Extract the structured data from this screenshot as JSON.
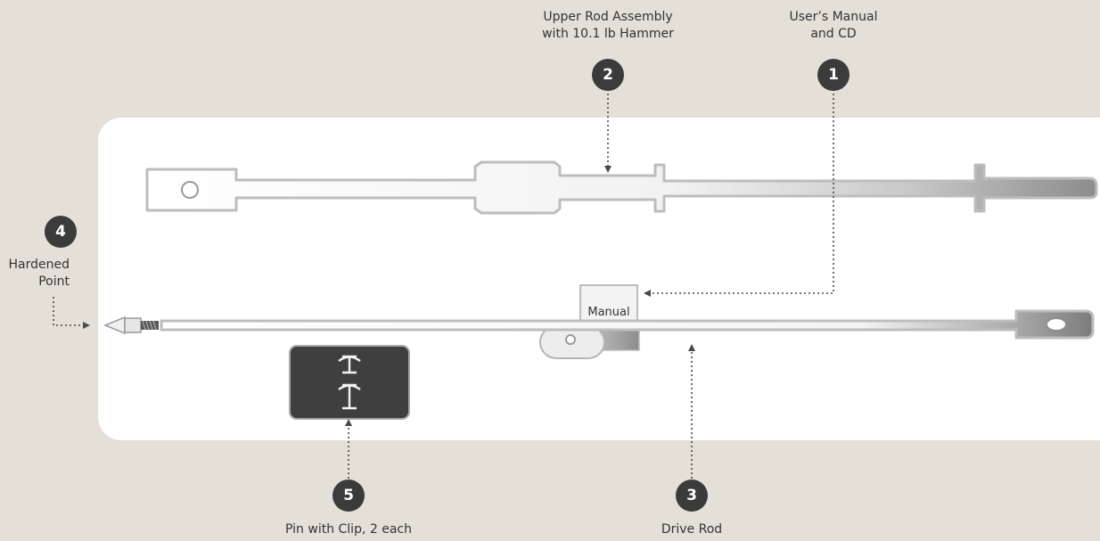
{
  "callouts": [
    {
      "number": "1",
      "lines": [
        "User’s Manual",
        "and CD"
      ]
    },
    {
      "number": "2",
      "lines": [
        "Upper Rod Assembly",
        "with 10.1 lb Hammer"
      ]
    },
    {
      "number": "3",
      "lines": [
        "Drive Rod"
      ]
    },
    {
      "number": "4",
      "lines": [
        "Hardened",
        "Point"
      ]
    },
    {
      "number": "5",
      "lines": [
        "Pin with Clip, 2 each"
      ]
    }
  ],
  "manual_label": "Manual",
  "colors": {
    "background": "#e4e0d8",
    "panel": "#ffffff",
    "outline": "#bdbdbd",
    "badge": "#3b3b3b",
    "pin_box": "#3f3f3f",
    "steel_dark": "#8a8a8a"
  }
}
